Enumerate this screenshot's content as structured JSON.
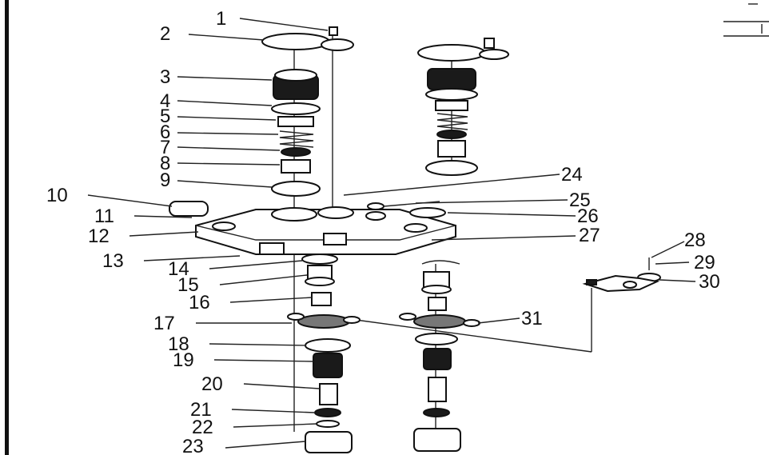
{
  "diagram": {
    "callouts": [
      {
        "id": "1",
        "text": "1"
      },
      {
        "id": "2",
        "text": "2"
      },
      {
        "id": "3",
        "text": "3"
      },
      {
        "id": "4",
        "text": "4"
      },
      {
        "id": "5",
        "text": "5"
      },
      {
        "id": "6",
        "text": "6"
      },
      {
        "id": "7",
        "text": "7"
      },
      {
        "id": "8",
        "text": "8"
      },
      {
        "id": "9",
        "text": "9"
      },
      {
        "id": "10",
        "text": "10"
      },
      {
        "id": "11",
        "text": "11"
      },
      {
        "id": "12",
        "text": "12"
      },
      {
        "id": "13",
        "text": "13"
      },
      {
        "id": "14",
        "text": "14"
      },
      {
        "id": "15",
        "text": "15"
      },
      {
        "id": "16",
        "text": "16"
      },
      {
        "id": "17",
        "text": "17"
      },
      {
        "id": "18",
        "text": "18"
      },
      {
        "id": "19",
        "text": "19"
      },
      {
        "id": "20",
        "text": "20"
      },
      {
        "id": "21",
        "text": "21"
      },
      {
        "id": "22",
        "text": "22"
      },
      {
        "id": "23",
        "text": "23"
      },
      {
        "id": "24",
        "text": "24"
      },
      {
        "id": "25",
        "text": "25"
      },
      {
        "id": "26",
        "text": "26"
      },
      {
        "id": "27",
        "text": "27"
      },
      {
        "id": "28",
        "text": "28"
      },
      {
        "id": "29",
        "text": "29"
      },
      {
        "id": "30",
        "text": "30"
      },
      {
        "id": "31",
        "text": "31"
      }
    ],
    "colors": {
      "ink": "#111111",
      "background": "#ffffff",
      "shade": "#777777"
    }
  }
}
